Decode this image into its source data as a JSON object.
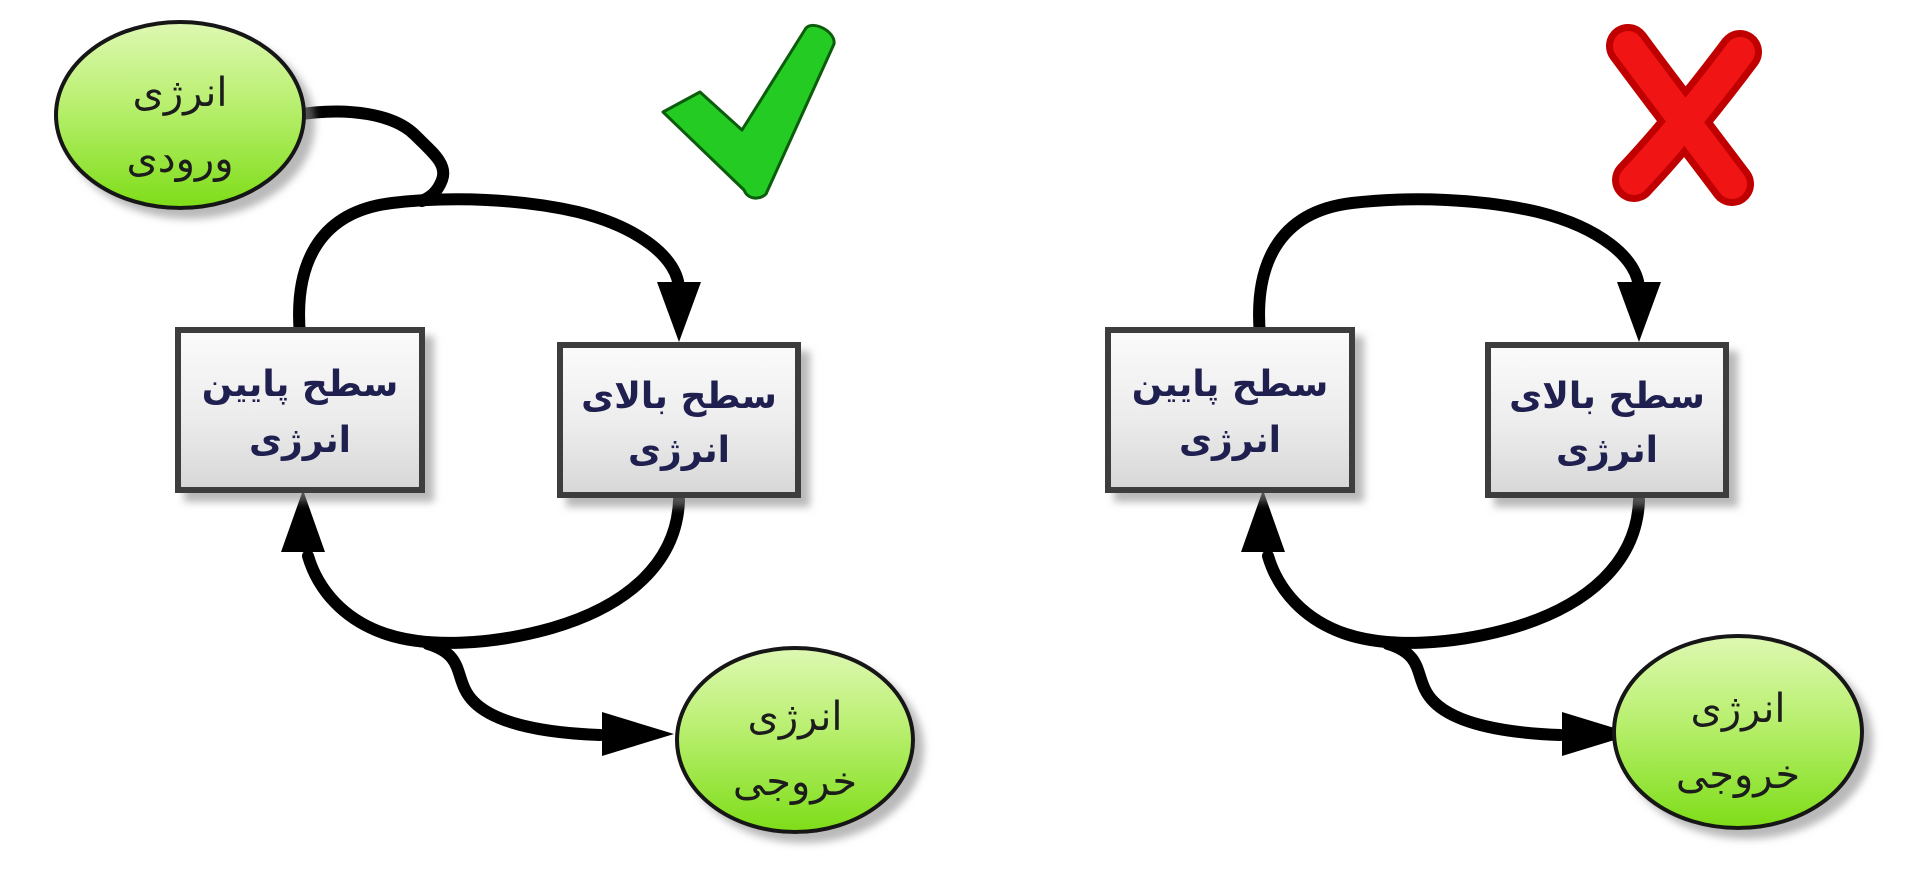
{
  "panels": {
    "correct": {
      "mark": "check",
      "mark_color": "#23cb23",
      "input_ellipse": {
        "line1": "انرژی",
        "line2": "ورودی"
      },
      "low_level_box": {
        "line1": "سطح پایین",
        "line2": "انرژی"
      },
      "high_level_box": {
        "line1": "سطح بالای",
        "line2": "انرژی"
      },
      "output_ellipse": {
        "line1": "انرژی",
        "line2": "خروجی"
      }
    },
    "incorrect": {
      "mark": "cross",
      "mark_color": "#f01414",
      "low_level_box": {
        "line1": "سطح پایین",
        "line2": "انرژی"
      },
      "high_level_box": {
        "line1": "سطح بالای",
        "line2": "انرژی"
      },
      "output_ellipse": {
        "line1": "انرژی",
        "line2": "خروجی"
      }
    }
  },
  "colors": {
    "background": "#ffffff",
    "node_green_top": "#def8b2",
    "node_green_bottom": "#7edd18",
    "node_border": "#141414",
    "box_fill_top": "#fbfbfb",
    "box_fill_bottom": "#d7d7d7",
    "box_border": "#3d3d3d",
    "box_text": "#202050",
    "ellipse_text": "#1c1c1c",
    "arrow_line": "#000000",
    "check_green": "#23cb23",
    "check_outline": "#0b5c0b",
    "cross_red": "#f01414",
    "cross_outline": "#c00000"
  }
}
